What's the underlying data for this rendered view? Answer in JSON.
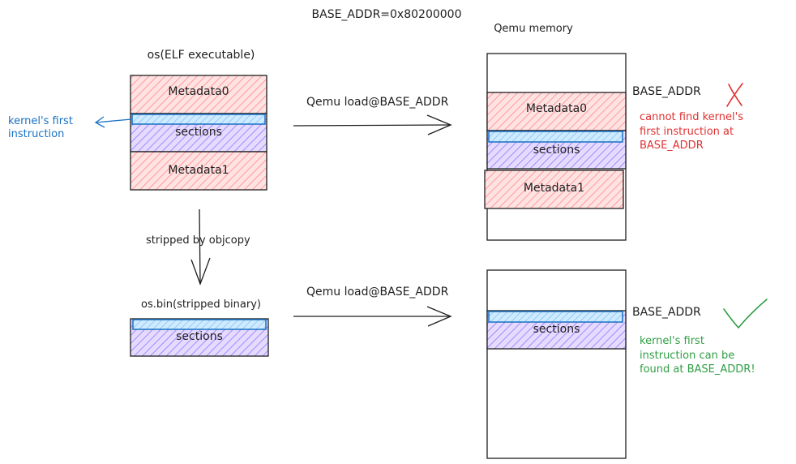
{
  "header": {
    "base_addr": "BASE_ADDR=0x80200000"
  },
  "elf": {
    "title": "os(ELF executable)",
    "block_top": "Metadata0",
    "block_mid": "sections",
    "block_bottom": "Metadata1"
  },
  "kernel_note": "kernel's first\ninstruction",
  "load_arrow_top": "Qemu load@BASE_ADDR",
  "load_arrow_bottom": "Qemu load@BASE_ADDR",
  "strip_arrow": "stripped by objcopy",
  "bin": {
    "title": "os.bin(stripped binary)",
    "block": "sections"
  },
  "qemu_top": {
    "title": "Qemu memory",
    "block_top": "Metadata0",
    "block_mid": "sections",
    "block_bottom": "Metadata1",
    "base_label": "BASE_ADDR",
    "verdict_icon": "cross-icon",
    "note": "cannot find kernel's\nfirst instruction at\nBASE_ADDR"
  },
  "qemu_bottom": {
    "block": "sections",
    "base_label": "BASE_ADDR",
    "verdict_icon": "check-icon",
    "note": "kernel's first\ninstruction can be\nfound at BASE_ADDR!"
  },
  "colors": {
    "metadata_fill": "#ffc9c9",
    "metadata_hatch": "#e03131",
    "sections_fill": "#d0bfff",
    "sections_hatch": "#7048e8",
    "first_instr_fill": "#a5d8ff",
    "first_instr_stroke": "#1971c2",
    "cross": "#e03131",
    "check": "#2f9e44"
  }
}
